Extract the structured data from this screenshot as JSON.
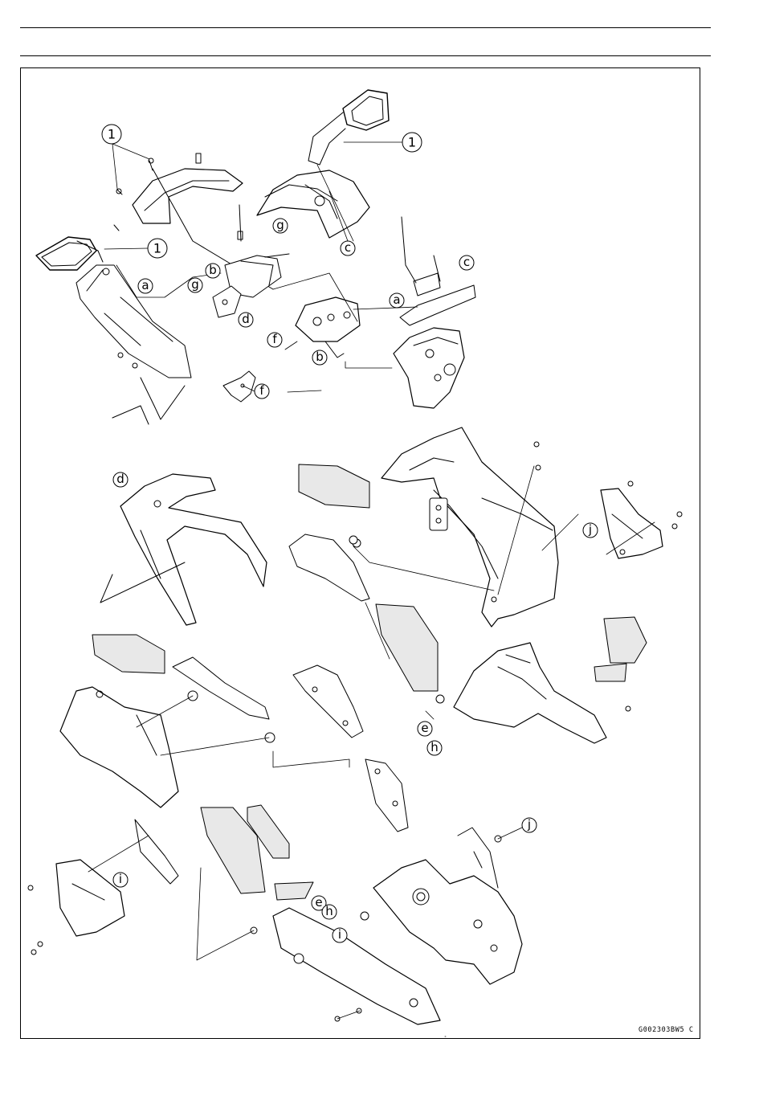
{
  "figure": {
    "code": "G002303BW5 C"
  },
  "callouts": {
    "one": "1",
    "a": "a",
    "b": "b",
    "c": "c",
    "d": "d",
    "e": "e",
    "f": "f",
    "g": "g",
    "h": "h",
    "i": "i",
    "j": "j"
  }
}
